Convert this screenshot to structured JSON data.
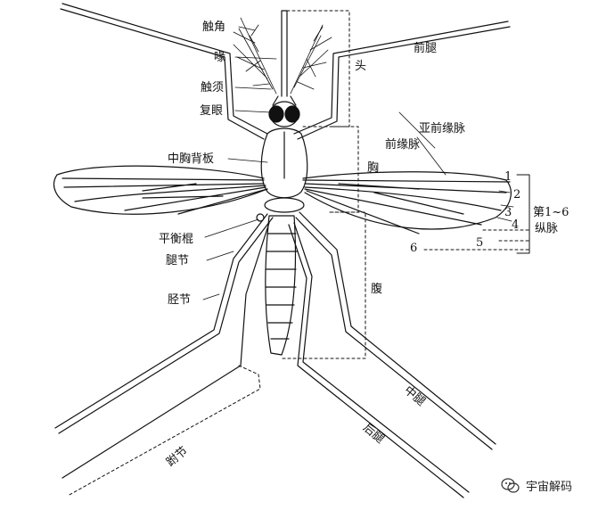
{
  "labels": {
    "antenna": "触角",
    "proboscis": "喙",
    "palp": "触须",
    "compound_eye": "复眼",
    "mesonotum": "中胸背板",
    "haltere": "平衡棍",
    "leg_segment": "腿节",
    "tibia": "胫节",
    "tarsus": "跗节",
    "foreleg": "前腿",
    "midleg": "中腿",
    "hindleg": "后腿",
    "head": "头",
    "thorax": "胸",
    "abdomen": "腹",
    "subcosta": "亚前缘脉",
    "costa": "前缘脉",
    "veins_1_6_line1": "第1~6",
    "veins_1_6_line2": "纵脉"
  },
  "vein_numbers": [
    "1",
    "2",
    "3",
    "4",
    "5",
    "6"
  ],
  "watermark": {
    "text": "宇宙解码",
    "icon": "wechat-icon"
  }
}
